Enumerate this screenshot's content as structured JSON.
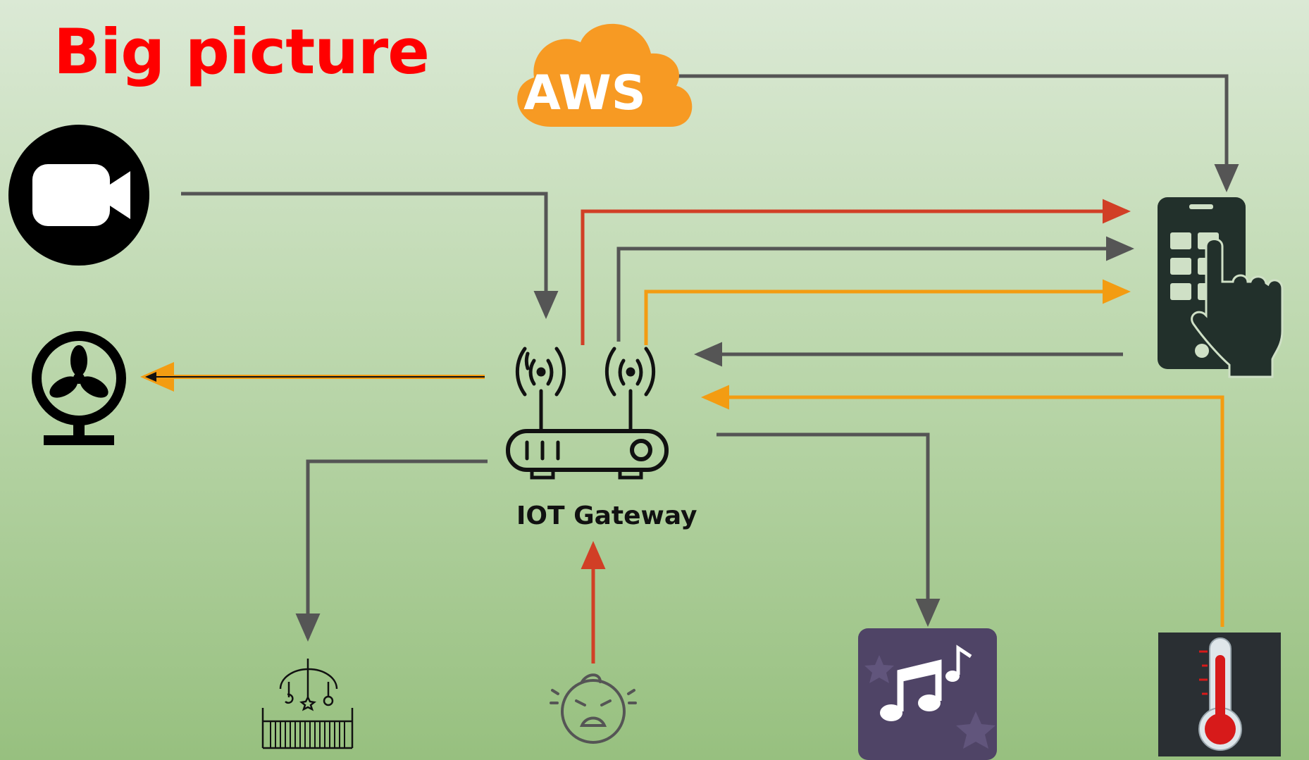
{
  "title": "Big picture",
  "gateway": {
    "label": "IOT Gateway"
  },
  "cloud": {
    "label": "AWS"
  },
  "nodes": {
    "camera": "camera-icon",
    "fan": "fan-icon",
    "phone": "smartphone-touch-icon",
    "crib": "crib-mobile-icon",
    "baby": "crying-baby-icon",
    "music": "music-player-icon",
    "thermometer": "thermometer-icon",
    "router": "router-icon"
  },
  "colors": {
    "title": "#ff0000",
    "aws": "#f79a23",
    "arrow_gray": "#555555",
    "arrow_red": "#d13f26",
    "arrow_orange": "#f39c12"
  }
}
